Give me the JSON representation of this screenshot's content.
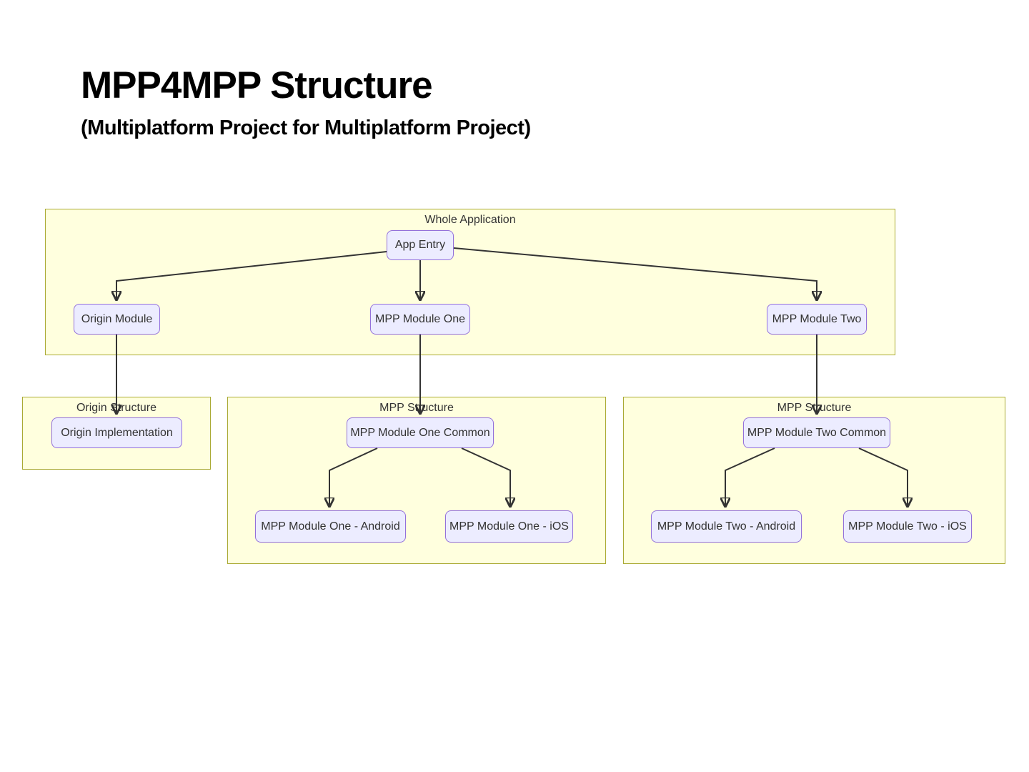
{
  "page": {
    "title": "MPP4MPP Structure",
    "subtitle": "(Multiplatform Project for Multiplatform Project)"
  },
  "colors": {
    "cluster_fill": "#ffffde",
    "cluster_border": "#aaaa33",
    "node_fill": "#ECECFF",
    "node_border": "#9370DB",
    "edge": "#333333",
    "text": "#333333",
    "background": "#ffffff"
  },
  "diagram": {
    "clusters": [
      {
        "id": "whole-application",
        "label": "Whole Application"
      },
      {
        "id": "origin-structure",
        "label": "Origin Structure"
      },
      {
        "id": "mpp-structure-one",
        "label": "MPP Structure"
      },
      {
        "id": "mpp-structure-two",
        "label": "MPP Structure"
      }
    ],
    "nodes": [
      {
        "id": "app-entry",
        "label": "App Entry",
        "cluster": "whole-application"
      },
      {
        "id": "origin-module",
        "label": "Origin Module",
        "cluster": "whole-application"
      },
      {
        "id": "mpp-module-one",
        "label": "MPP Module One",
        "cluster": "whole-application"
      },
      {
        "id": "mpp-module-two",
        "label": "MPP Module Two",
        "cluster": "whole-application"
      },
      {
        "id": "origin-implementation",
        "label": "Origin Implementation",
        "cluster": "origin-structure"
      },
      {
        "id": "mpp-module-one-common",
        "label": "MPP Module One Common",
        "cluster": "mpp-structure-one"
      },
      {
        "id": "mpp-module-one-android",
        "label": "MPP Module One - Android",
        "cluster": "mpp-structure-one"
      },
      {
        "id": "mpp-module-one-ios",
        "label": "MPP Module One - iOS",
        "cluster": "mpp-structure-one"
      },
      {
        "id": "mpp-module-two-common",
        "label": "MPP Module Two Common",
        "cluster": "mpp-structure-two"
      },
      {
        "id": "mpp-module-two-android",
        "label": "MPP Module Two - Android",
        "cluster": "mpp-structure-two"
      },
      {
        "id": "mpp-module-two-ios",
        "label": "MPP Module Two - iOS",
        "cluster": "mpp-structure-two"
      }
    ],
    "edges": [
      {
        "from": "app-entry",
        "to": "origin-module"
      },
      {
        "from": "app-entry",
        "to": "mpp-module-one"
      },
      {
        "from": "app-entry",
        "to": "mpp-module-two"
      },
      {
        "from": "origin-module",
        "to": "origin-implementation"
      },
      {
        "from": "mpp-module-one",
        "to": "mpp-module-one-common"
      },
      {
        "from": "mpp-module-two",
        "to": "mpp-module-two-common"
      },
      {
        "from": "mpp-module-one-common",
        "to": "mpp-module-one-android"
      },
      {
        "from": "mpp-module-one-common",
        "to": "mpp-module-one-ios"
      },
      {
        "from": "mpp-module-two-common",
        "to": "mpp-module-two-android"
      },
      {
        "from": "mpp-module-two-common",
        "to": "mpp-module-two-ios"
      }
    ]
  }
}
